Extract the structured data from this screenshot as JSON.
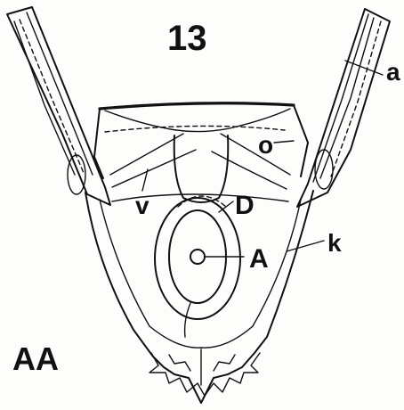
{
  "figure": {
    "number": "13",
    "panel_label": "AA",
    "labels": {
      "a": "a",
      "o": "o",
      "v": "v",
      "D": "D",
      "A": "A",
      "k": "k"
    }
  }
}
